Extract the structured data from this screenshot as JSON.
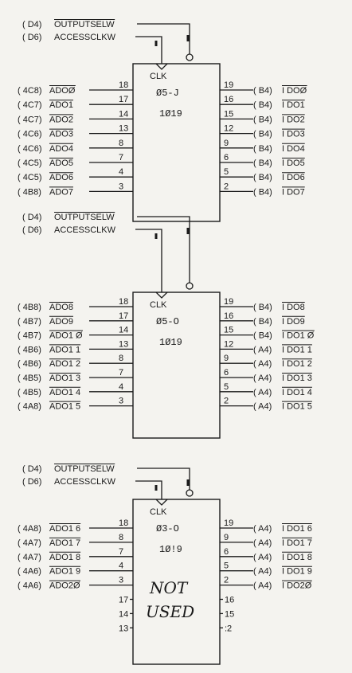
{
  "diagram": {
    "blocks": [
      {
        "clk_label": "CLK",
        "chip_id": "Ø5-J",
        "part": "1Ø19",
        "ctrl": [
          {
            "ref": "( D4)",
            "name": "OUTPUTSELW"
          },
          {
            "ref": "( D6)",
            "name": "ACCESSCLKW"
          }
        ],
        "left_pins": [
          {
            "ref": "( 4C8)",
            "name": "ADOØ",
            "pin": "18"
          },
          {
            "ref": "( 4C7)",
            "name": "ADO1",
            "pin": "17"
          },
          {
            "ref": "( 4C7)",
            "name": "ADO2",
            "pin": "14"
          },
          {
            "ref": "( 4C6)",
            "name": "ADO3",
            "pin": "13"
          },
          {
            "ref": "( 4C6)",
            "name": "ADO4",
            "pin": "8"
          },
          {
            "ref": "( 4C5)",
            "name": "ADO5",
            "pin": "7"
          },
          {
            "ref": "( 4C5)",
            "name": "ADO6",
            "pin": "4"
          },
          {
            "ref": "( 4B8)",
            "name": "ADO7",
            "pin": "3"
          }
        ],
        "right_pins": [
          {
            "pin": "19",
            "ref": "( B4)",
            "name": "I DOØ"
          },
          {
            "pin": "16",
            "ref": "( B4)",
            "name": "I DO1"
          },
          {
            "pin": "15",
            "ref": "( B4)",
            "name": "I DO2"
          },
          {
            "pin": "12",
            "ref": "( B4)",
            "name": "I DO3"
          },
          {
            "pin": "9",
            "ref": "( B4)",
            "name": "I DO4"
          },
          {
            "pin": "6",
            "ref": "( B4)",
            "name": "I DO5"
          },
          {
            "pin": "5",
            "ref": "( B4)",
            "name": "I DO6"
          },
          {
            "pin": "2",
            "ref": "( B4)",
            "name": "I DO7"
          }
        ],
        "unused_pins": [],
        "note": []
      },
      {
        "clk_label": "CLK",
        "chip_id": "Ø5-O",
        "part": "1Ø19",
        "ctrl": [
          {
            "ref": "( D4)",
            "name": "OUTPUTSELW"
          },
          {
            "ref": "( D6)",
            "name": "ACCESSCLKW"
          }
        ],
        "left_pins": [
          {
            "ref": "( 4B8)",
            "name": "ADO8",
            "pin": "18"
          },
          {
            "ref": "( 4B7)",
            "name": "ADO9",
            "pin": "17"
          },
          {
            "ref": "( 4B7)",
            "name": "ADO1 Ø",
            "pin": "14"
          },
          {
            "ref": "( 4B6)",
            "name": "ADO1 1",
            "pin": "13"
          },
          {
            "ref": "( 4B6)",
            "name": "ADO1 2",
            "pin": "8"
          },
          {
            "ref": "( 4B5)",
            "name": "ADO1 3",
            "pin": "7"
          },
          {
            "ref": "( 4B5)",
            "name": "ADO1 4",
            "pin": "4"
          },
          {
            "ref": "( 4A8)",
            "name": "ADO1 5",
            "pin": "3"
          }
        ],
        "right_pins": [
          {
            "pin": "19",
            "ref": "( B4)",
            "name": "I DO8"
          },
          {
            "pin": "16",
            "ref": "( B4)",
            "name": "I DO9"
          },
          {
            "pin": "15",
            "ref": "( B4)",
            "name": "I DO1 Ø"
          },
          {
            "pin": "12",
            "ref": "( A4)",
            "name": "I DO1 1"
          },
          {
            "pin": "9",
            "ref": "( A4)",
            "name": "I DO1 2"
          },
          {
            "pin": "6",
            "ref": "( A4)",
            "name": "I DO1 3"
          },
          {
            "pin": "5",
            "ref": "( A4)",
            "name": "I DO1 4"
          },
          {
            "pin": "2",
            "ref": "( A4)",
            "name": "I DO1 5"
          }
        ],
        "unused_pins": [],
        "note": []
      },
      {
        "clk_label": "CLK",
        "chip_id": "Ø3-O",
        "part": "1Ø!9",
        "ctrl": [
          {
            "ref": "( D4)",
            "name": "OUTPUTSELW"
          },
          {
            "ref": "( D6)",
            "name": "ACCESSCLKW"
          }
        ],
        "left_pins": [
          {
            "ref": "( 4A8)",
            "name": "ADO1 6",
            "pin": "18"
          },
          {
            "ref": "( 4A7)",
            "name": "ADO1 7",
            "pin": "8"
          },
          {
            "ref": "( 4A7)",
            "name": "ADO1 8",
            "pin": "7"
          },
          {
            "ref": "( 4A6)",
            "name": "ADO1 9",
            "pin": "4"
          },
          {
            "ref": "( 4A6)",
            "name": "ADO2Ø",
            "pin": "3"
          }
        ],
        "right_pins": [
          {
            "pin": "19",
            "ref": "( A4)",
            "name": "I DO1 6"
          },
          {
            "pin": "9",
            "ref": "( A4)",
            "name": "I DO1 7"
          },
          {
            "pin": "6",
            "ref": "( A4)",
            "name": "I DO1 8"
          },
          {
            "pin": "5",
            "ref": "( A4)",
            "name": "I DO1 9"
          },
          {
            "pin": "2",
            "ref": "( A4)",
            "name": "I DO2Ø"
          }
        ],
        "unused_pins": [
          {
            "left": "17",
            "right": "16"
          },
          {
            "left": "14",
            "right": "15"
          },
          {
            "left": "13",
            "right": ":2"
          }
        ],
        "note": [
          "NOT",
          "USED"
        ]
      }
    ]
  }
}
